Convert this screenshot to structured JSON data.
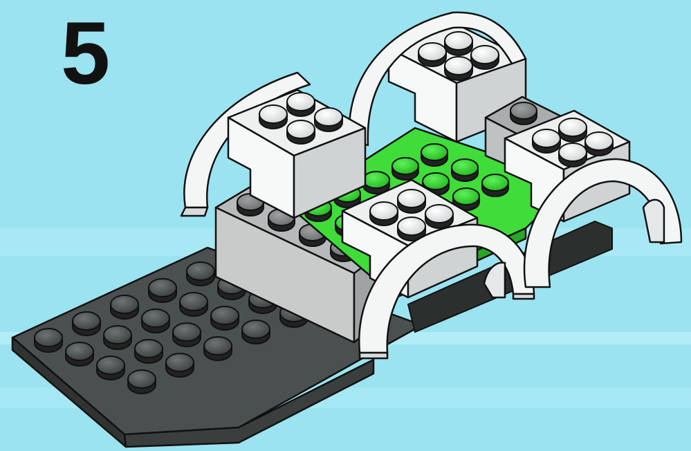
{
  "step": {
    "number": "5"
  },
  "colors": {
    "background": "#9be3f0",
    "background_stripe": "#b8eef7",
    "plate_dark_gray": "#4a504f",
    "brick_light_gray": "#c9cbcb",
    "plate_green": "#3fdc3a",
    "brick_white": "#f4f6f6",
    "outline": "#111111"
  },
  "parts": [
    {
      "id": "dark-gray-plate",
      "color_key": "plate_dark_gray"
    },
    {
      "id": "light-gray-brick",
      "color_key": "brick_light_gray"
    },
    {
      "id": "green-plate",
      "color_key": "plate_green"
    },
    {
      "id": "white-brick-2x2",
      "color_key": "brick_white"
    },
    {
      "id": "white-wheel-arch",
      "color_key": "brick_white"
    }
  ]
}
